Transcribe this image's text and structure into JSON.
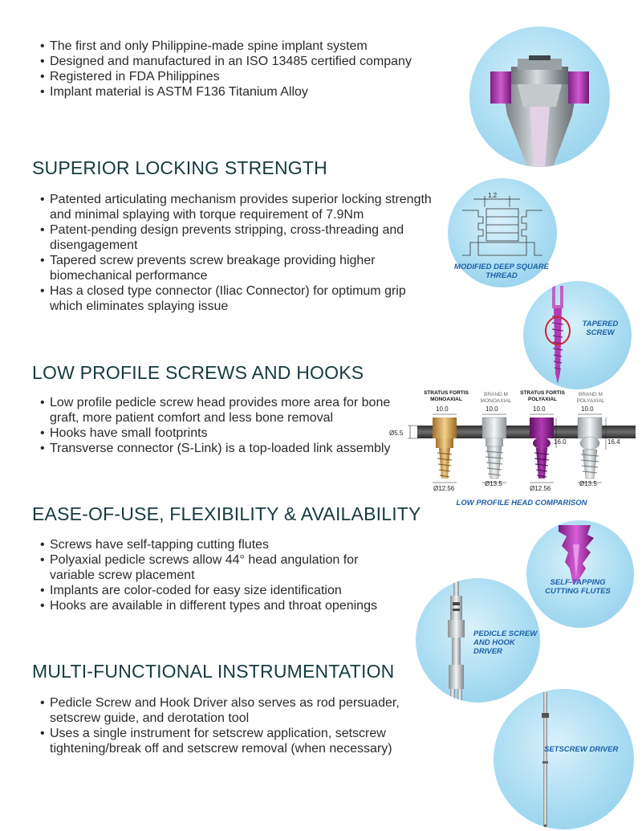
{
  "intro": {
    "bullets": [
      "The first and only Philippine-made spine implant system",
      "Designed and manufactured in an ISO 13485 certified company",
      "Registered in FDA Philippines",
      "Implant material is ASTM F136 Titanium Alloy"
    ]
  },
  "sections": [
    {
      "heading": "SUPERIOR LOCKING STRENGTH",
      "bullets": [
        "Patented articulating mechanism provides superior locking strength and minimal splaying with torque requirement of 7.9Nm",
        "Patent-pending design prevents stripping, cross-threading and disengagement",
        "Tapered screw prevents screw breakage providing higher biomechanical performance",
        "Has a closed type connector (Iliac Connector) for optimum grip which eliminates splaying issue"
      ]
    },
    {
      "heading": "LOW PROFILE SCREWS AND HOOKS",
      "bullets": [
        "Low profile pedicle screw head provides more area for bone graft, more patient comfort and less bone removal",
        "Hooks have small footprints",
        "Transverse connector (S-Link) is a top-loaded link assembly"
      ]
    },
    {
      "heading": "EASE-OF-USE, FLEXIBILITY & AVAILABILITY",
      "bullets": [
        "Screws have self-tapping cutting flutes",
        "Polyaxial pedicle screws allow 44° head angulation for variable screw placement",
        "Implants are color-coded for easy size identification",
        "Hooks are available in different types and throat openings"
      ]
    },
    {
      "heading": "MULTI-FUNCTIONAL INSTRUMENTATION",
      "bullets": [
        "Pedicle Screw and Hook Driver also serves as rod persuader, setscrew guide, and derotation tool",
        "Uses a single instrument for setscrew application, setscrew tightening/break off and setscrew removal (when necessary)"
      ]
    }
  ],
  "figures": {
    "thread": {
      "caption": "MODIFIED DEEP SQUARE THREAD",
      "dim": "1.2"
    },
    "tapered": {
      "caption": "TAPERED SCREW"
    },
    "comparison": {
      "caption": "LOW PROFILE HEAD COMPARISON",
      "rod_dim": "Ø5.5",
      "screws": [
        {
          "label": "STRATUS FORTIS MONOAXIAL",
          "top": "10.0",
          "bottom": "Ø12.56",
          "side": ""
        },
        {
          "label": "BRAND M MONOAXIAL",
          "top": "10.0",
          "bottom": "Ø13.5",
          "side": ""
        },
        {
          "label": "STRATUS FORTIS POLYAXIAL",
          "top": "10.0",
          "bottom": "Ø12.56",
          "side": "16.0"
        },
        {
          "label": "BRAND M POLYAXIAL",
          "top": "10.0",
          "bottom": "Ø13.5",
          "side": "16.4"
        }
      ]
    },
    "flutes": {
      "caption": "SELF-TAPPING CUTTING FLUTES"
    },
    "driver": {
      "caption": "PEDICLE SCREW AND HOOK DRIVER"
    },
    "setscrew": {
      "caption": "SETSCREW DRIVER"
    }
  },
  "colors": {
    "heading": "#163a3f",
    "caption": "#1d5fa8",
    "circle": "#a9dcf2",
    "implant_purple": "#b43ab4",
    "implant_gold": "#d1a04a"
  }
}
